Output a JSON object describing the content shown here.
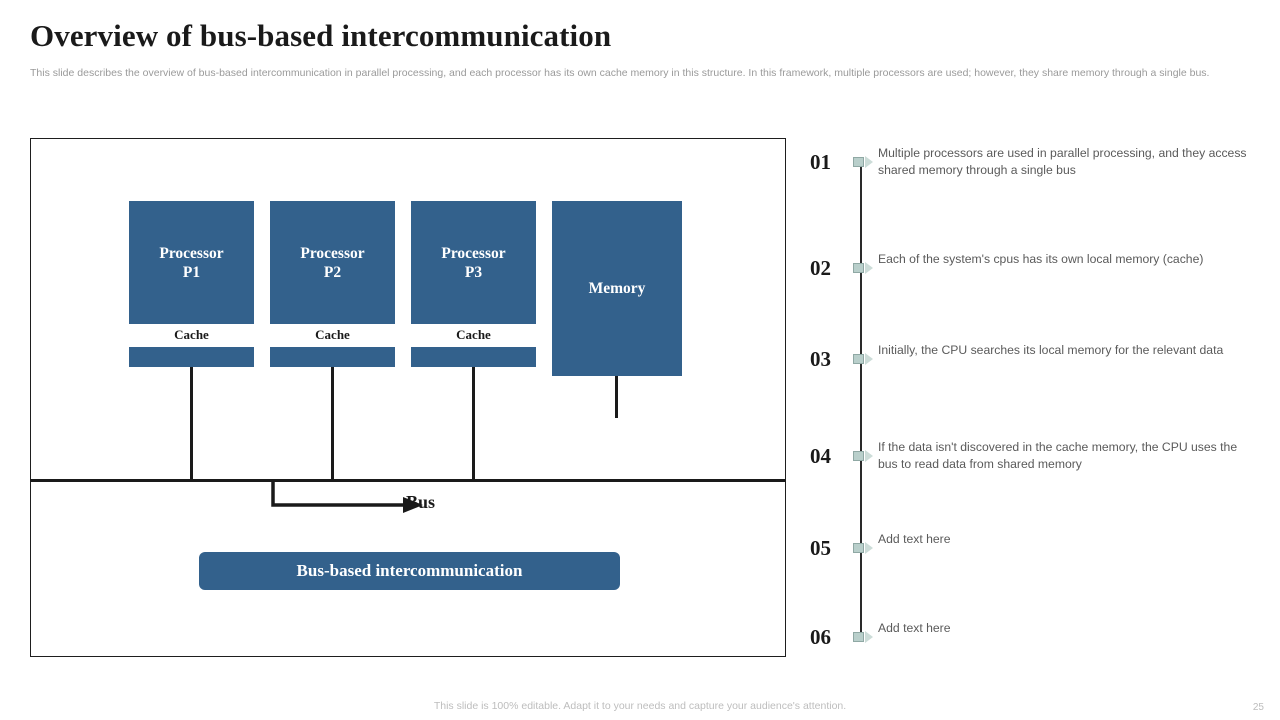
{
  "header": {
    "title": "Overview of bus-based intercommunication",
    "subtitle": "This slide describes the overview of bus-based intercommunication in parallel processing, and each processor has its own cache memory in this structure. In this framework, multiple processors are used; however, they share memory through a single bus."
  },
  "colors": {
    "brand_blue": "#33618c",
    "line_black": "#1a1a1a",
    "marker_teal": "#b9cfcb",
    "body_text": "#5a5a5a",
    "muted": "#bdbdbd"
  },
  "diagram": {
    "processors": [
      {
        "title_line1": "Processor",
        "title_line2": "P1",
        "cache_label": "Cache"
      },
      {
        "title_line1": "Processor",
        "title_line2": "P2",
        "cache_label": "Cache"
      },
      {
        "title_line1": "Processor",
        "title_line2": "P3",
        "cache_label": "Cache"
      }
    ],
    "memory_label": "Memory",
    "bus_label": "Bus",
    "caption": "Bus-based intercommunication"
  },
  "timeline": {
    "items": [
      {
        "number": "01",
        "text": "Multiple  processors are used in parallel processing, and they access shared memory through a single bus"
      },
      {
        "number": "02",
        "text": "Each of the system's cpus has its own local memory (cache)"
      },
      {
        "number": "03",
        "text": "Initially,  the CPU searches its local memory for the relevant data"
      },
      {
        "number": "04",
        "text": "If the data isn't discovered in the cache memory, the CPU uses the bus to read data from shared memory"
      },
      {
        "number": "05",
        "text": "Add text here"
      },
      {
        "number": "06",
        "text": "Add text here"
      }
    ]
  },
  "footer": {
    "note": "This slide is 100% editable. Adapt it to your needs and capture your audience's attention.",
    "page_number": "25"
  }
}
